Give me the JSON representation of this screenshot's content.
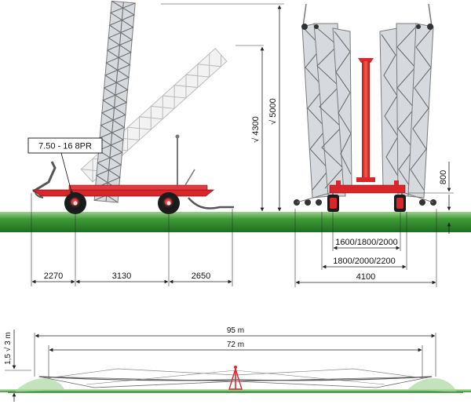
{
  "tire_label": "7.50 - 16 8PR",
  "side_view": {
    "dims": [
      "2270",
      "3130",
      "2650"
    ],
    "height_folded": "√ 4300",
    "height_max": "√ 5000"
  },
  "rear_view": {
    "track_inner": "1600/1800/2000",
    "track_outer": "1800/2000/2200",
    "width": "4100",
    "clearance": "800"
  },
  "boom_view": {
    "total_width": "95 m",
    "working_width": "72 m",
    "height": "1,5 √ 3 m"
  },
  "colors": {
    "frame_red": "#d9262b",
    "ground_green": "#2f8a2a",
    "truss_gray": "#7a7a7a"
  }
}
